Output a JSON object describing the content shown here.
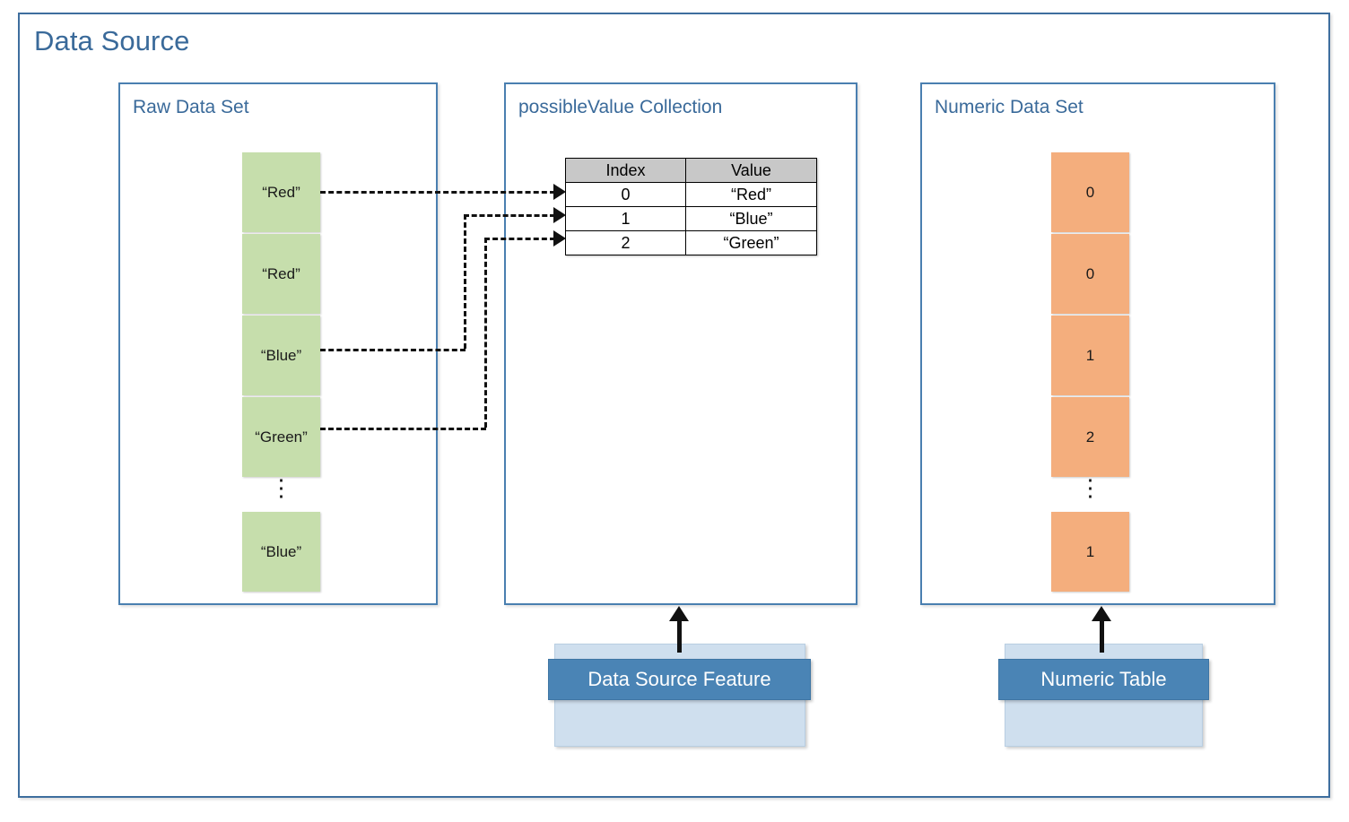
{
  "diagram": {
    "title": "Data Source",
    "accent_color": "#3A6A9A",
    "panel_border_color": "#4A7FB0",
    "green_color": "#C6DEAC",
    "orange_color": "#F4AE7D",
    "banner_color": "#4A84B5",
    "card_color": "#CFDFEE",
    "ellipsis": "⋮"
  },
  "panels": {
    "raw": {
      "title": "Raw Data Set",
      "items": [
        "“Red”",
        "“Red”",
        "“Blue”",
        "“Green”"
      ],
      "tail_items": [
        "“Blue”"
      ]
    },
    "possible_value": {
      "title": "possibleValue Collection",
      "table": {
        "columns": [
          "Index",
          "Value"
        ],
        "rows": [
          [
            "0",
            "“Red”"
          ],
          [
            "1",
            "“Blue”"
          ],
          [
            "2",
            "“Green”"
          ]
        ]
      }
    },
    "numeric": {
      "title": "Numeric Data Set",
      "items": [
        "0",
        "0",
        "1",
        "2"
      ],
      "tail_items": [
        "1"
      ]
    }
  },
  "features": {
    "data_source_feature": "Data Source Feature",
    "numeric_table": "Numeric Table"
  }
}
